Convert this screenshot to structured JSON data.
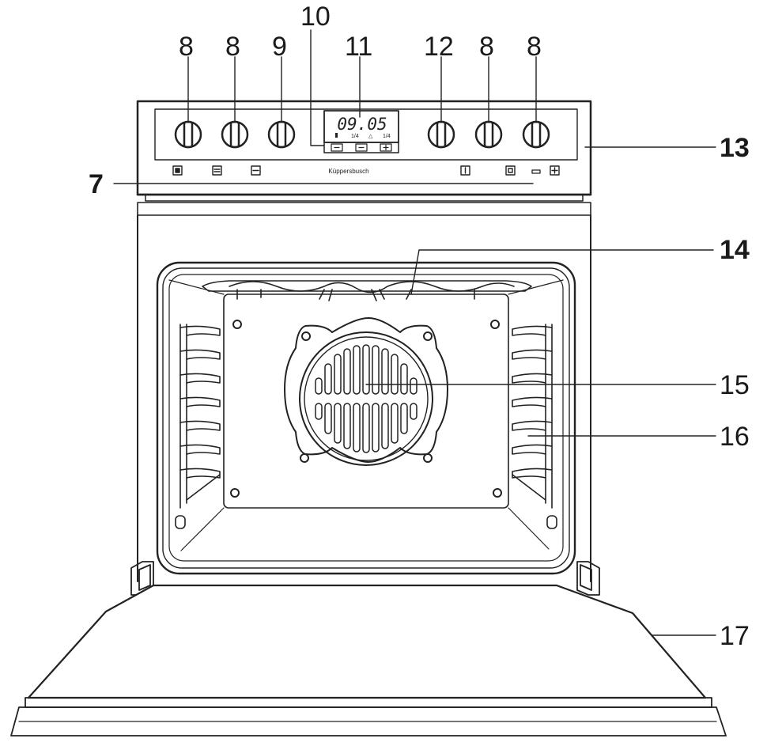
{
  "callouts": {
    "c8a": "8",
    "c8b": "8",
    "c9": "9",
    "c10": "10",
    "c11": "11",
    "c12": "12",
    "c8c": "8",
    "c8d": "8",
    "c13": "13",
    "c7": "7",
    "c14": "14",
    "c15": "15",
    "c16": "16",
    "c17": "17"
  },
  "panel": {
    "display_time": "09.05",
    "brand": "Küppersbusch"
  },
  "colors": {
    "line": "#222222",
    "fill": "#ffffff",
    "shade": "#f2f2f2"
  }
}
